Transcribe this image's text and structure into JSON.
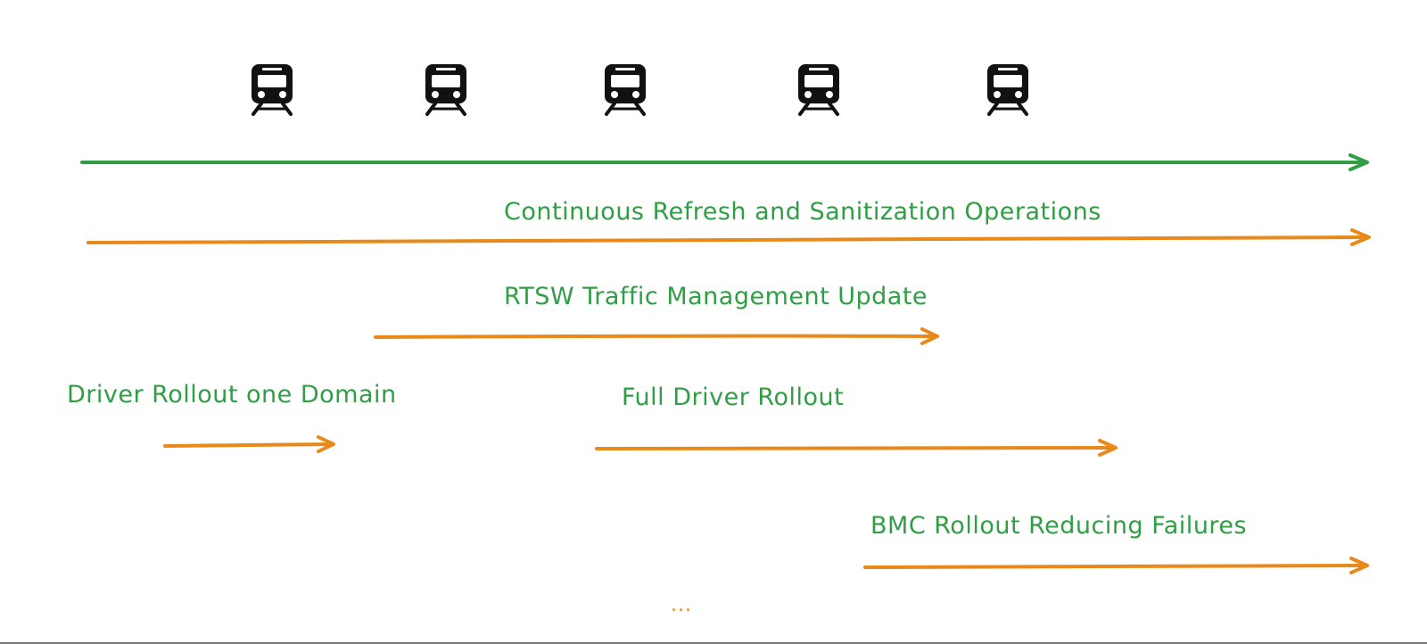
{
  "colors": {
    "timeline": "#2f9e44",
    "workstream_arrow": "#e8891a",
    "label_text": "#2f9e44",
    "train": "#111111",
    "ellipsis": "#e8891a"
  },
  "trains": {
    "icon": "train-icon",
    "count": 5
  },
  "labels": {
    "continuous_refresh": "Continuous Refresh and Sanitization Operations",
    "rtsw_update": "RTSW Traffic Management Update",
    "driver_one_domain": "Driver Rollout one Domain",
    "full_driver": "Full Driver Rollout",
    "bmc_rollout": "BMC Rollout Reducing Failures"
  },
  "ellipsis": "..."
}
